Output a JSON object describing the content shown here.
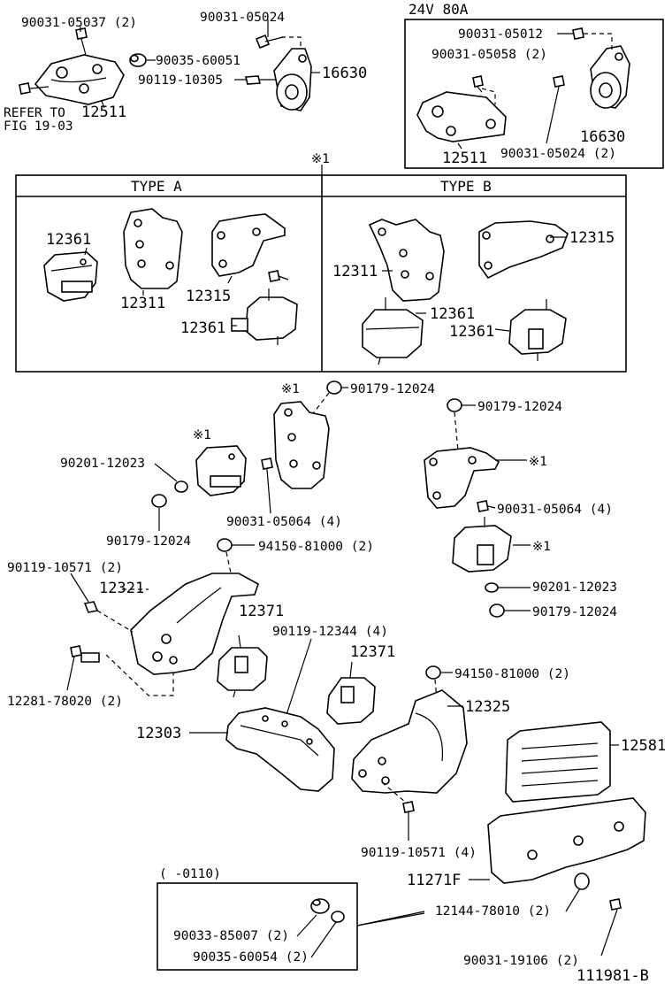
{
  "header": {
    "variant_24v": "24V 80A",
    "type_a": "TYPE A",
    "type_b": "TYPE B",
    "note_mark": "※1",
    "refer_line1": "REFER TO",
    "refer_line2": "FIG 19-03",
    "date_range": "(      -0110)",
    "figure_code": "111981-B"
  },
  "labels": {
    "l_90031_05037": "90031-05037 (2)",
    "l_90031_05024_top": "90031-05024",
    "l_90035_60051": "90035-60051",
    "l_90119_10305": "90119-10305",
    "l_16630_left": "16630",
    "l_12511_left": "12511",
    "l_90031_05012": "90031-05012",
    "l_90031_05058": "90031-05058 (2)",
    "l_16630_right": "16630",
    "l_12511_right": "12511",
    "l_90031_05024_2": "90031-05024 (2)",
    "l_12361_a1": "12361",
    "l_12311_a": "12311",
    "l_12315_a": "12315",
    "l_12361_a2": "12361",
    "l_12311_b": "12311",
    "l_12315_b": "12315",
    "l_12361_b1": "12361",
    "l_12361_b2": "12361",
    "l_note_mid1": "※1",
    "l_90179_12024_a": "90179-12024",
    "l_90179_12024_b": "90179-12024",
    "l_note_mid2": "※1",
    "l_90201_12023_a": "90201-12023",
    "l_note_right1": "※1",
    "l_90031_05064_a": "90031-05064 (4)",
    "l_90031_05064_b": "90031-05064 (4)",
    "l_90179_12024_c": "90179-12024",
    "l_note_right2": "※1",
    "l_94150_81000_a": "94150-81000 (2)",
    "l_90119_10571_a": "90119-10571 (2)",
    "l_90201_12023_b": "90201-12023",
    "l_12321": "12321",
    "l_90179_12024_d": "90179-12024",
    "l_12371_a": "12371",
    "l_90119_12344": "90119-12344 (4)",
    "l_12371_b": "12371",
    "l_94150_81000_b": "94150-81000 (2)",
    "l_12281_78020": "12281-78020 (2)",
    "l_12325": "12325",
    "l_12303": "12303",
    "l_12581": "12581",
    "l_90119_10571_b": "90119-10571 (4)",
    "l_11271F": "11271F",
    "l_12144_78010": "12144-78010 (2)",
    "l_90033_85007": "90033-85007 (2)",
    "l_90035_60054": "90035-60054 (2)",
    "l_90031_19106": "90031-19106 (2)"
  }
}
